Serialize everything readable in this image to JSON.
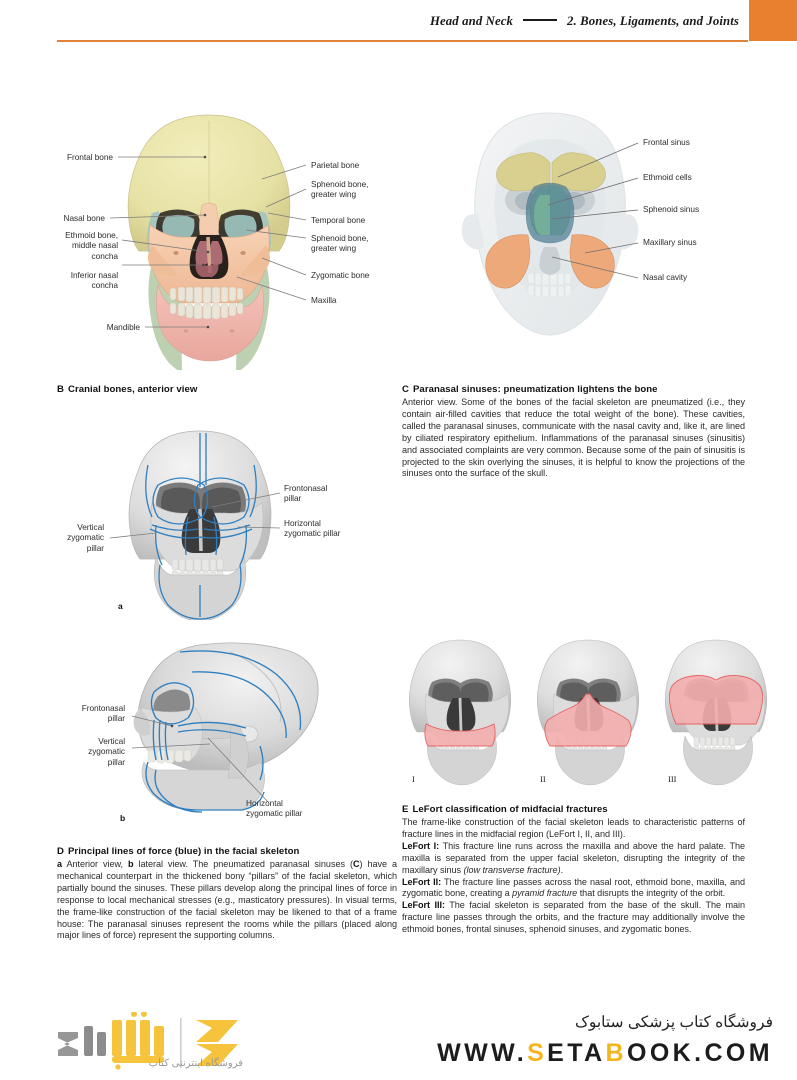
{
  "header": {
    "section": "Head and Neck",
    "chapter": "2.  Bones, Ligaments, and Joints"
  },
  "figureB": {
    "caption_letter": "B",
    "caption_title": "Cranial bones, anterior view",
    "labels_left": [
      "Frontal bone",
      "Nasal bone",
      "Ethmoid bone,\nmiddle nasal\nconcha",
      "Inferior nasal\nconcha",
      "Mandible"
    ],
    "labels_right": [
      "Parietal bone",
      "Sphenoid bone,\ngreater wing",
      "Temporal bone",
      "Sphenoid bone,\ngreater wing",
      "Zygomatic bone",
      "Maxilla"
    ],
    "colors": {
      "frontal": "#e8e3a8",
      "maxilla": "#f3c5a4",
      "mandible": "#f0b6ae",
      "temporal": "#9fc0b8",
      "sphenoid": "#9fbcb8",
      "zygomatic": "#b7ceae",
      "teeth": "#e6e2d5",
      "nasal_cavity": "#6b3a3a"
    }
  },
  "figureC": {
    "caption_letter": "C",
    "caption_title": "Paranasal sinuses: pneumatization lightens the bone",
    "caption_body": "Anterior view. Some of the bones of the facial skeleton are pneumatized (i.e., they contain air-filled cavities that reduce the total weight of the bone). These cavities, called the paranasal sinuses, communicate with the nasal cavity and, like it, are lined by ciliated respiratory epithelium. Inflammations of the paranasal sinuses (sinusitis) and associated complaints are very common. Because some of the pain of sinusitis is projected to the skin overlying the sinuses, it is helpful to know the projections of the sinuses onto the surface of the skull.",
    "labels_right": [
      "Frontal sinus",
      "Ethmoid cells",
      "Sphenoid sinus",
      "Maxillary sinus",
      "Nasal cavity"
    ],
    "colors": {
      "frontal_sinus": "#d9cf8e",
      "ethmoid_cells": "#8fc9a8",
      "sphenoid_sinus": "#4f7e93",
      "maxillary_sinus": "#eda97a",
      "ghost_head": "#e9ecee"
    }
  },
  "figureD": {
    "caption_letter": "D",
    "caption_title": "Principal lines of force (blue) in the facial skeleton",
    "caption_body_lead": "a",
    "caption_body": "  Anterior view, <b>b</b>  lateral view. The pneumatized paranasal sinuses (<b>C</b>) have a mechanical counterpart in the thickened bony “pillars” of the facial skeleton, which partially bound the sinuses. These pillars develop along the principal lines of force in response to local mechanical stresses (e.g., masticatory pressures). In visual terms, the frame-like construction of the facial skeleton may be likened to that of a frame house: The paranasal sinuses represent the rooms while the pillars (placed along major lines of force) represent the supporting columns.",
    "sub_a": "a",
    "sub_b": "b",
    "labels_a": {
      "frontonasal": "Frontonasal\npillar",
      "horizontal": "Horizontal\nzygomatic pillar",
      "vertical": "Vertical\nzygomatic\npillar"
    },
    "labels_b": {
      "frontonasal": "Frontonasal\npillar",
      "vertical": "Vertical\nzygomatic\npillar",
      "horizontal": "Horizontal\nzygomatic pillar"
    },
    "line_color": "#2f7fc0"
  },
  "figureE": {
    "caption_letter": "E",
    "caption_title": "LeFort classification of midfacial fractures",
    "intro": "The frame-like construction of the facial skeleton leads to characteristic patterns of fracture lines in the midfacial region (LeFort I, II, and III).",
    "items": [
      {
        "term": "LeFort I:",
        "text": " This fracture line runs across the maxilla and above the hard palate. The maxilla is separated from the upper facial skeleton, disrupting the integrity of the maxillary sinus <i>(low transverse fracture)</i>."
      },
      {
        "term": "LeFort II:",
        "text": " The fracture line passes across the nasal root, ethmoid bone, maxilla, and zygomatic bone, creating a <i>pyramid fracture</i> that disrupts the integrity of the orbit."
      },
      {
        "term": "LeFort III:",
        "text": " The facial skeleton is separated from the base of the skull. The main fracture line passes through the orbits, and the fracture may additionally involve the ethmoid bones, frontal sinuses, sphenoid sinuses, and zygomatic bones."
      }
    ],
    "roman_labels": [
      "I",
      "II",
      "III"
    ],
    "fracture_color": "#f3afae",
    "fracture_outline": "#e4595a"
  },
  "footer": {
    "persian_title": "فروشگاه کتاب پزشکی ستابوک",
    "url_parts": [
      {
        "t": "WWW.",
        "hl": false
      },
      {
        "t": "S",
        "hl": true
      },
      {
        "t": "ETA",
        "hl": false
      },
      {
        "t": "B",
        "hl": true
      },
      {
        "t": "OOK.COM",
        "hl": false
      }
    ],
    "url_plain": "WWW.SETABOOK.COM",
    "logo_sub": "فروشگاه اینترنتی کتاب",
    "logo_gold": "#f5c33c",
    "logo_gray": "#8c8c8c"
  }
}
